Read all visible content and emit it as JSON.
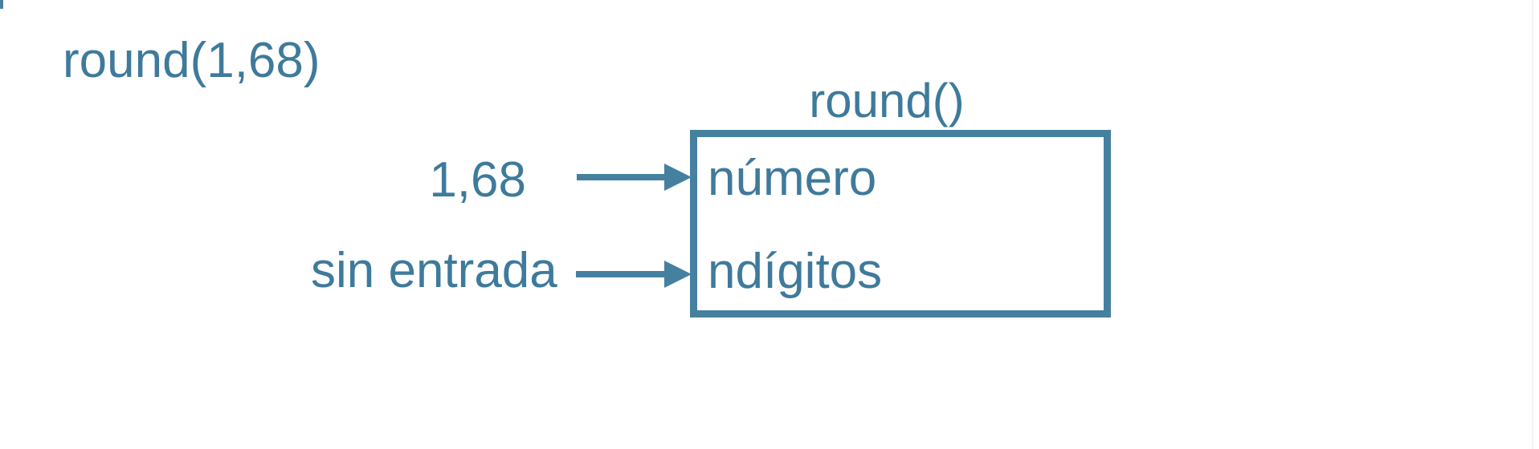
{
  "diagram": {
    "call_label": "round(1,68)",
    "function_box": {
      "title": "round()",
      "parameters": [
        "número",
        "ndígitos"
      ]
    },
    "inputs": [
      {
        "value": "1,68",
        "target": "número"
      },
      {
        "value": "sin entrada",
        "target": "ndígitos"
      }
    ],
    "colors": {
      "text": "#3e7a9b",
      "box_border": "#45809f",
      "arrow": "#45809f",
      "background": "#ffffff"
    }
  }
}
